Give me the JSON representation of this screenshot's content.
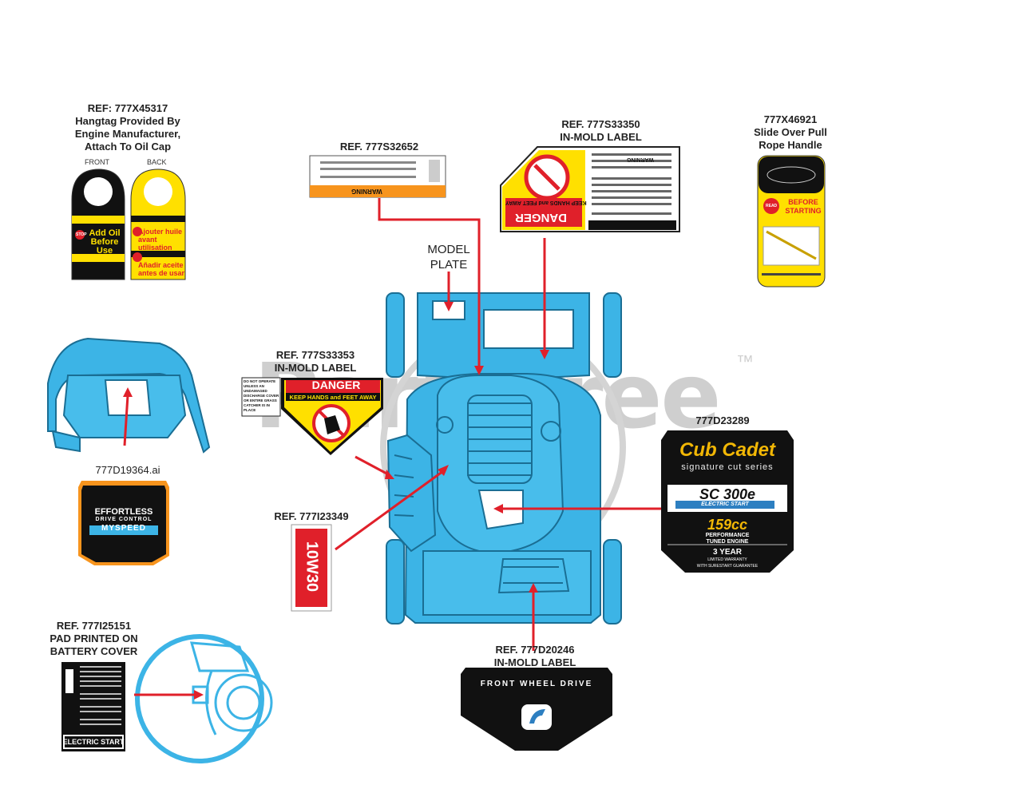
{
  "watermark": {
    "text": "PartsTree",
    "tm": "™"
  },
  "labels": {
    "hangtag": {
      "ref": "REF: 777X45317",
      "line1": "Hangtag Provided By",
      "line2": "Engine Manufacturer,",
      "line3": "Attach To Oil Cap",
      "front": "FRONT",
      "back": "BACK",
      "front_text1": "Add Oil",
      "front_text2": "Before Use",
      "back_text1": "Ajouter huile",
      "back_text2": "avant utilisation",
      "back_text3": "Añadir aceite",
      "back_text4": "antes de usar",
      "stop": "STOP"
    },
    "warning_label": {
      "ref": "REF. 777S32652",
      "warning": "WARNING"
    },
    "inmold_top": {
      "ref": "REF. 777S33350",
      "sub": "IN-MOLD LABEL",
      "danger": "DANGER",
      "keep": "KEEP HANDS and FEET AWAY",
      "warning": "WARNING"
    },
    "pull_rope": {
      "ref": "777X46921",
      "line1": "Slide Over Pull",
      "line2": "Rope Handle",
      "before": "BEFORE",
      "starting": "STARTING",
      "read": "READ"
    },
    "model_plate": {
      "line1": "MODEL",
      "line2": "PLATE"
    },
    "inmold_mid": {
      "ref": "REF. 777S33353",
      "sub": "IN-MOLD LABEL",
      "danger": "DANGER",
      "keep": "KEEP HANDS and FEET AWAY",
      "side1": "DO NOT OPERATE",
      "side2": "UNLESS AN",
      "side3": "UNDAMAGED",
      "side4": "DISCHARGE COVER",
      "side5": "OR ENTIRE GRASS",
      "side6": "CATCHER IS IN",
      "side7": "PLACE"
    },
    "myspeed": {
      "ref": "777D19364.ai",
      "line1": "EFFORTLESS",
      "line2": "DRIVE CONTROL",
      "line3": "MYSPEED"
    },
    "oil": {
      "ref": "REF. 777I23349",
      "text": "10W30"
    },
    "cubcadet": {
      "ref": "777D23289",
      "brand": "Cub Cadet",
      "series": "signature cut series",
      "model": "SC 300e",
      "start": "ELECTRIC START",
      "cc": "159cc",
      "perf1": "PERFORMANCE",
      "perf2": "TUNED ENGINE",
      "warranty1": "3 YEAR",
      "warranty2": "LIMITED WARRANTY",
      "warranty3": "WITH SURESTART GUARANTEE"
    },
    "battery": {
      "ref": "REF. 777I25151",
      "line1": "PAD PRINTED ON",
      "line2": "BATTERY COVER",
      "electric": "ELECTRIC START"
    },
    "fwd": {
      "ref": "REF. 777D20246",
      "sub": "IN-MOLD LABEL",
      "text": "FRONT WHEEL DRIVE"
    }
  },
  "colors": {
    "mower": "#3cb4e6",
    "mower_dark": "#1a6e94",
    "arrow": "#e0202a",
    "yellow": "#ffe000",
    "orange": "#f7941d"
  }
}
